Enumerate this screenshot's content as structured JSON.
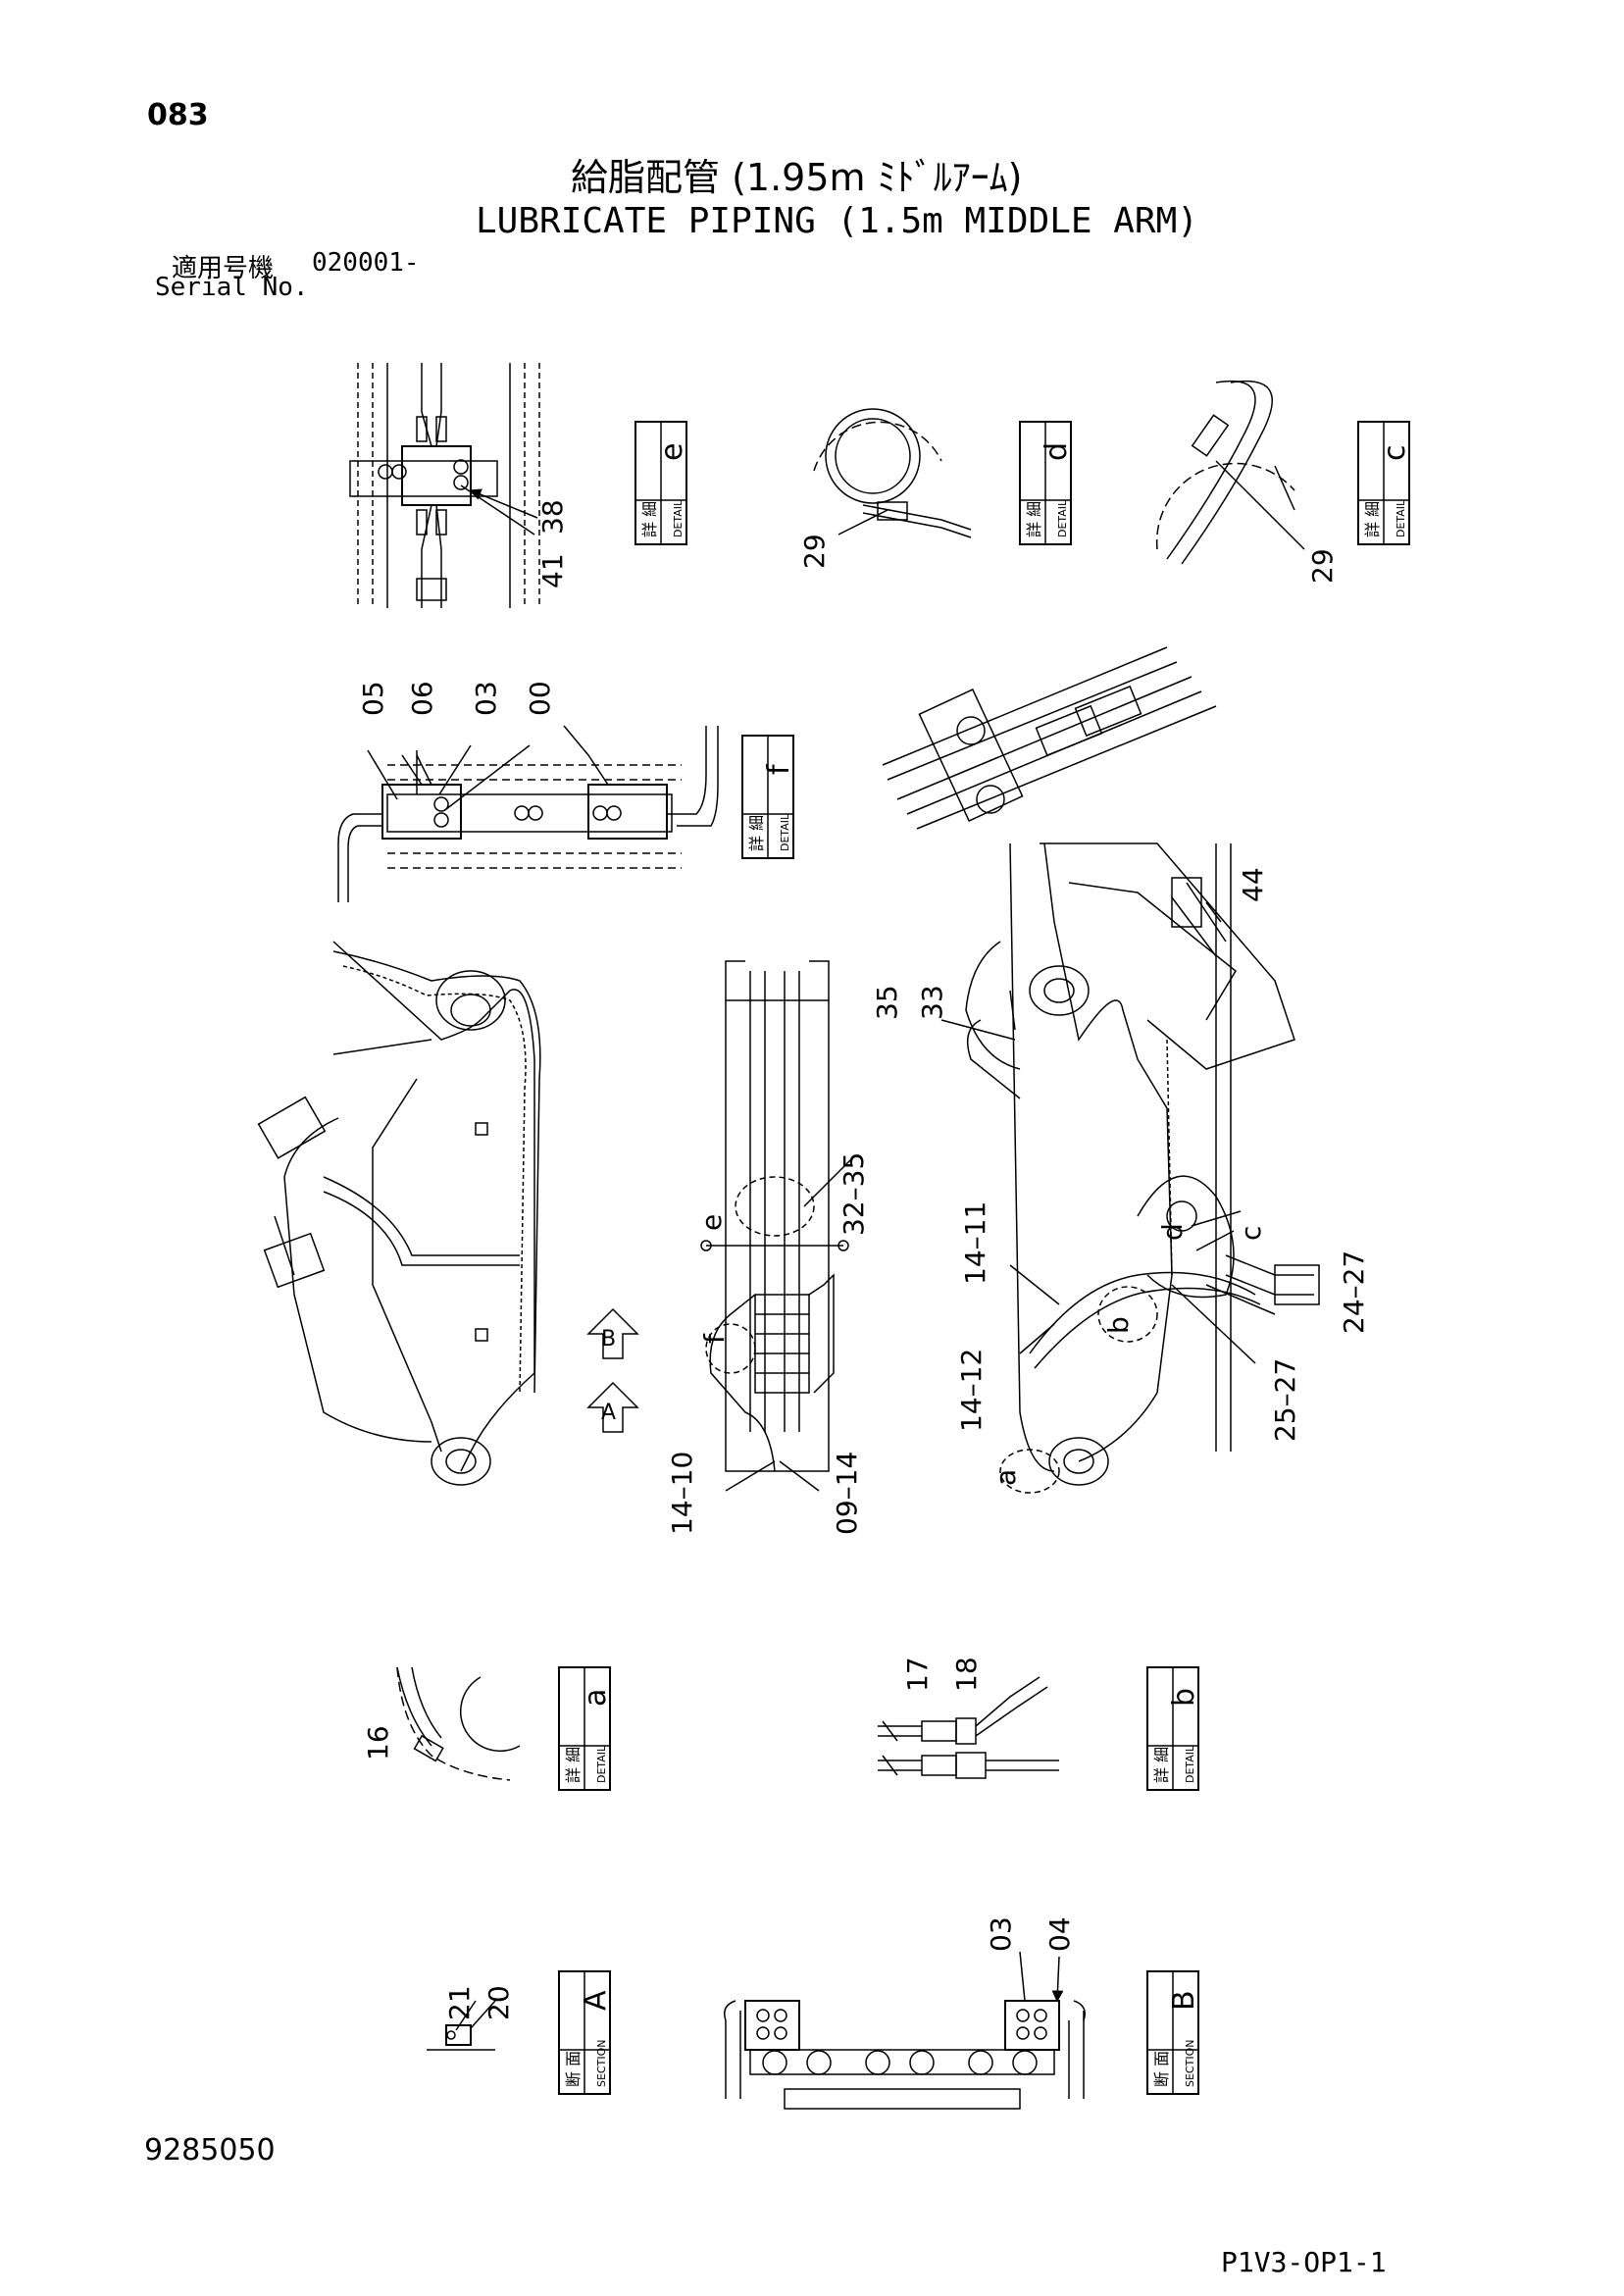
{
  "header": {
    "page_number": "083",
    "title_jp": "給脂配管 (1.95m ﾐﾄﾞﾙｱｰﾑ)",
    "title_en": "LUBRICATE PIPING (1.5m MIDDLE ARM)",
    "serial_label_jp": "適用号機",
    "serial_value": "020001-",
    "serial_label_en": "Serial No."
  },
  "detail_boxes": {
    "detail_jp": "詳 細",
    "section_jp": "断 面",
    "detail_en": "DETAIL",
    "section_en": "SECTION",
    "e": "e",
    "d": "d",
    "c": "c",
    "f": "f",
    "a": "a",
    "b": "b",
    "A": "A",
    "B": "B"
  },
  "callouts": {
    "n38": "38",
    "n41": "41",
    "n29a": "29",
    "n29b": "29",
    "n05": "05",
    "n06": "06",
    "n03": "03",
    "n00": "00",
    "n44": "44",
    "n35": "35",
    "n33": "33",
    "n32_35": "32–35",
    "n14_11": "14–11",
    "n14_12": "14–12",
    "n14_10": "14–10",
    "n09_14": "09–14",
    "n24_27": "24–27",
    "n25_27": "25–27",
    "ref_e": "e",
    "ref_f": "f",
    "ref_d": "d",
    "ref_c": "c",
    "ref_b": "b",
    "ref_a": "a",
    "view_A": "A",
    "view_B": "B",
    "n16": "16",
    "n17": "17",
    "n18": "18",
    "n21": "21",
    "n20": "20",
    "n03b": "03",
    "n04": "04"
  },
  "footer": {
    "doc_number": "9285050",
    "sheet_code": "P1V3-OP1-1"
  }
}
